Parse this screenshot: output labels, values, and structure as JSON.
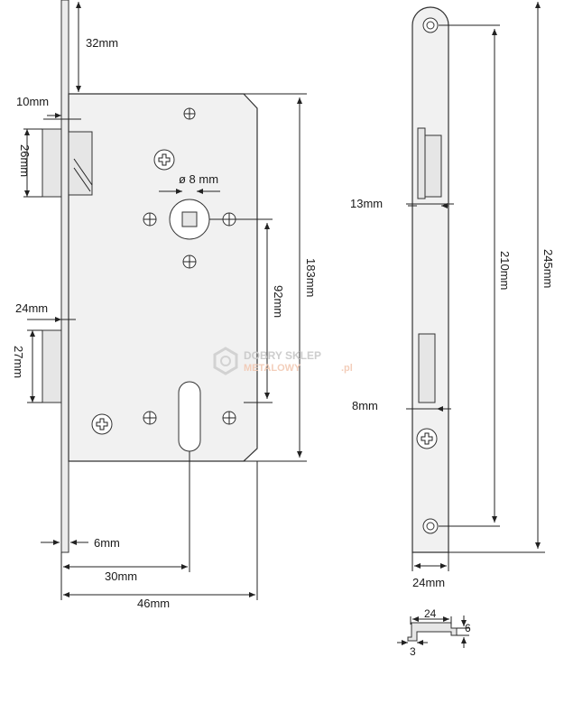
{
  "dimensions": {
    "top_offset": "32mm",
    "latch_projection": "10mm",
    "latch_height": "26mm",
    "spindle_diameter": "ø 8 mm",
    "body_height": "183mm",
    "backset_distance": "92mm",
    "bolt_projection": "24mm",
    "bolt_height": "27mm",
    "faceplate_thickness": "6mm",
    "backset": "30mm",
    "body_depth": "46mm",
    "faceplate_offset_13": "13mm",
    "faceplate_offset_8": "8mm",
    "faceplate_hole_spacing": "210mm",
    "faceplate_length": "245mm",
    "faceplate_width": "24mm"
  },
  "profile": {
    "width": "24",
    "height": "6",
    "thickness": "3"
  },
  "watermark": {
    "line1": "DOBRY SKLEP",
    "line2": "METALOWY",
    "suffix": ".pl"
  },
  "colors": {
    "body_fill": "#f1f1f1",
    "part_fill": "#e6e6e6",
    "line": "#222222",
    "watermark_grey": "#c8c8c8",
    "watermark_orange": "#f2c9b3"
  }
}
